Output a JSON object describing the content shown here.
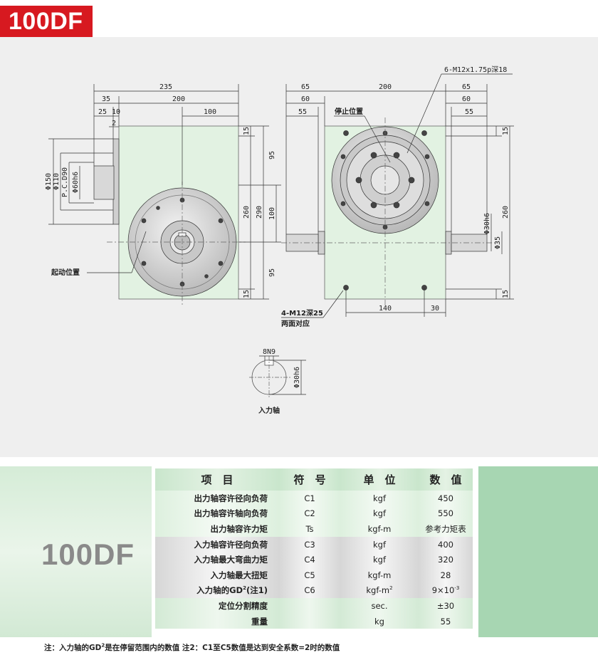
{
  "model": "100DF",
  "drawing": {
    "callouts": {
      "output_tap": "6-M12x1.75p深18",
      "stop_position": "停止位置",
      "start_position": "起动位置",
      "mount_holes_line1": "4-M12深25",
      "mount_holes_line2": "两面对应",
      "input_shaft": "入力轴"
    },
    "front_dims": {
      "w235": "235",
      "w35": "35",
      "w200": "200",
      "w25": "25",
      "w10": "10",
      "w100": "100",
      "w2": "2",
      "d150": "Φ150",
      "d110": "Φ110",
      "pcd90": "P.C.D90",
      "d60h6": "Φ60h6",
      "h15a": "15",
      "h95a": "95",
      "h260": "260",
      "h290": "290",
      "h100": "100",
      "h95b": "95",
      "h15b": "15"
    },
    "side_dims": {
      "w65a": "65",
      "w60a": "60",
      "w55a": "55",
      "w200": "200",
      "w65b": "65",
      "w60b": "60",
      "w55b": "55",
      "h15a": "15",
      "h260": "260",
      "h15b": "15",
      "d30h6": "Φ30h6",
      "d35": "Φ35",
      "w140": "140",
      "w30": "30"
    },
    "shaft_dims": {
      "key": "8N9",
      "dia": "Φ30h6"
    }
  },
  "specs": {
    "headers": {
      "item": "项　目",
      "symbol": "符　号",
      "unit": "单　位",
      "value": "数　值"
    },
    "rows": [
      {
        "item": "出力轴容许径向负荷",
        "symbol": "C1",
        "unit": "kgf",
        "value": "450"
      },
      {
        "item": "出力轴容许轴向负荷",
        "symbol": "C2",
        "unit": "kgf",
        "value": "550"
      },
      {
        "item": "出力轴容许力矩",
        "symbol": "Ts",
        "unit": "kgf-m",
        "value": "参考力矩表"
      },
      {
        "item": "入力轴容许径向负荷",
        "symbol": "C3",
        "unit": "kgf",
        "value": "400"
      },
      {
        "item": "入力轴最大弯曲力矩",
        "symbol": "C4",
        "unit": "kgf",
        "value": "320"
      },
      {
        "item": "入力轴最大扭矩",
        "symbol": "C5",
        "unit": "kgf-m",
        "value": "28"
      },
      {
        "item_prefix": "入力轴的GD",
        "item_sup": "2",
        "item_suffix": "(注1)",
        "symbol": "C6",
        "unit_prefix": "kgf-m",
        "unit_sup": "2",
        "value_prefix": "9×10",
        "value_sup": "-3"
      },
      {
        "item": "定位分割精度",
        "symbol": "",
        "unit": "sec.",
        "value": "±30"
      },
      {
        "item": "重量",
        "symbol": "",
        "unit": "kg",
        "value": "55"
      }
    ]
  },
  "footnote": {
    "prefix": "注：入力轴的GD",
    "sup": "2",
    "suffix": "是在停留范围内的数值  注2：C1至C5数值是达到安全系数=2时的数值"
  },
  "colors": {
    "badge": "#d71920",
    "housing": "#e2f2e2",
    "right_panel": "#a7d6b2"
  }
}
